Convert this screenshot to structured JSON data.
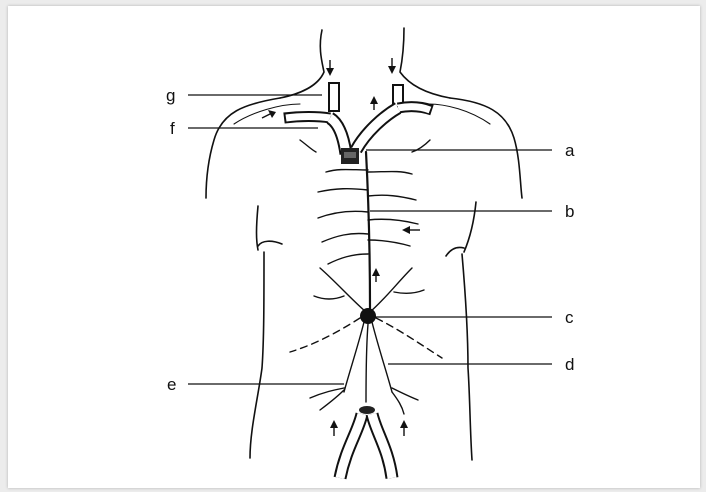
{
  "diagram": {
    "labels": {
      "a": "a",
      "b": "b",
      "c": "c",
      "d": "d",
      "e": "e",
      "f": "f",
      "g": "g"
    },
    "colors": {
      "ink": "#111111",
      "paper": "#ffffff",
      "background": "#ececec"
    }
  }
}
